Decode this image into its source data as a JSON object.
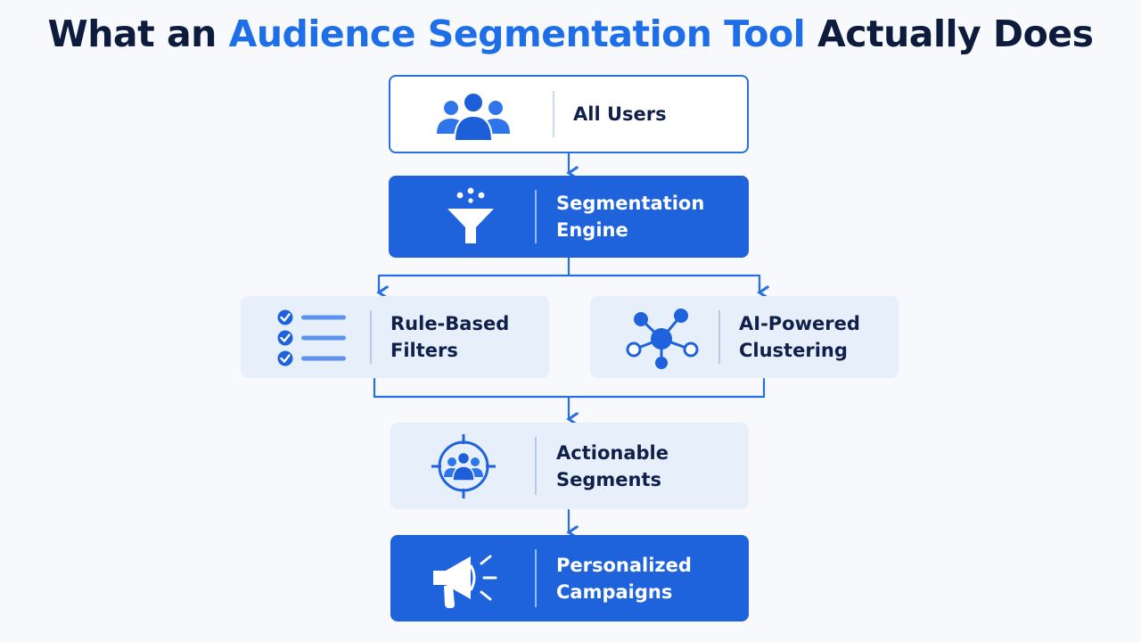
{
  "title": {
    "prefix": "What an ",
    "highlight": "Audience Segmentation Tool",
    "suffix": " Actually Does"
  },
  "colors": {
    "accent": "#1e6ee8",
    "solid_box": "#1f63dc",
    "soft_box": "#e7effb",
    "connector": "#2a6fe0"
  },
  "nodes": {
    "all_users": {
      "line1": "All Users",
      "icon": "users-group-icon"
    },
    "engine": {
      "line1": "Segmentation",
      "line2": "Engine",
      "icon": "funnel-icon"
    },
    "rules": {
      "line1": "Rule-Based",
      "line2": "Filters",
      "icon": "checklist-icon"
    },
    "ai": {
      "line1": "AI-Powered",
      "line2": "Clustering",
      "icon": "network-icon"
    },
    "segments": {
      "line1": "Actionable",
      "line2": "Segments",
      "icon": "target-audience-icon"
    },
    "campaigns": {
      "line1": "Personalized",
      "line2": "Campaigns",
      "icon": "megaphone-icon"
    }
  }
}
